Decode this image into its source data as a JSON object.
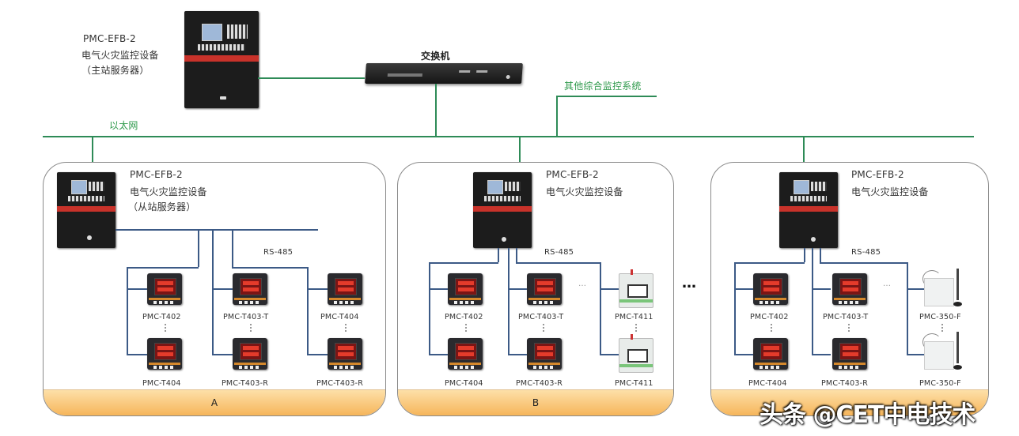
{
  "master": {
    "model": "PMC-EFB-2",
    "name": "电气火灾监控设备",
    "role": "（主站服务器）"
  },
  "switch": {
    "label": "交换机"
  },
  "other_system": {
    "label": "其他综合监控系统"
  },
  "ethernet": {
    "label": "以太网"
  },
  "ellipsis_between_groups": "…",
  "groups": [
    {
      "id": "A",
      "footer": "A",
      "controller": {
        "model": "PMC-EFB-2",
        "name": "电气火灾监控设备",
        "role": "（从站服务器）"
      },
      "bus_label": "RS-485",
      "columns": [
        {
          "top": "PMC-T402",
          "bottom": "PMC-T404",
          "type": "meter"
        },
        {
          "top": "PMC-T403-T",
          "bottom": "PMC-T403-R",
          "type": "meter"
        },
        {
          "top": "PMC-T404",
          "bottom": "PMC-T403-R",
          "type": "meter"
        }
      ]
    },
    {
      "id": "B",
      "footer": "B",
      "controller": {
        "model": "PMC-EFB-2",
        "name": "电气火灾监控设备",
        "role": ""
      },
      "bus_label": "RS-485",
      "ellipsis": "…",
      "columns": [
        {
          "top": "PMC-T402",
          "bottom": "PMC-T404",
          "type": "meter"
        },
        {
          "top": "PMC-T403-T",
          "bottom": "PMC-T403-R",
          "type": "meter"
        },
        {
          "top": "PMC-T411",
          "bottom": "PMC-T411",
          "type": "din"
        }
      ]
    },
    {
      "id": "C",
      "footer": "",
      "controller": {
        "model": "PMC-EFB-2",
        "name": "电气火灾监控设备",
        "role": ""
      },
      "bus_label": "RS-485",
      "ellipsis": "…",
      "columns": [
        {
          "top": "PMC-T402",
          "bottom": "PMC-T404",
          "type": "meter"
        },
        {
          "top": "PMC-T403-T",
          "bottom": "PMC-T403-R",
          "type": "meter"
        },
        {
          "top": "PMC-350-F",
          "bottom": "PMC-350-F",
          "type": "wireless"
        }
      ]
    }
  ],
  "watermark": "头条 @CET中电技术",
  "colors": {
    "ethernet": "#2e8b57",
    "bus": "#3c5a86",
    "footer": "#f6b55a",
    "label_green": "#2f9a4c"
  }
}
